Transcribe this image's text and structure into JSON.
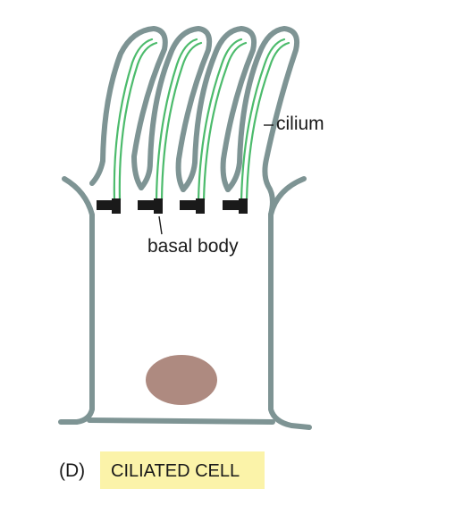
{
  "figure": {
    "panel_letter": "(D)",
    "caption": "CILIATED CELL",
    "labels": {
      "cilium": "cilium",
      "basal_body": "basal body"
    }
  },
  "colors": {
    "membrane": "#7e9494",
    "axoneme": "#4cbb6c",
    "basal_body": "#1a1a1a",
    "nucleus": "#ae8a80",
    "caption_bg": "#fbf3a9"
  }
}
